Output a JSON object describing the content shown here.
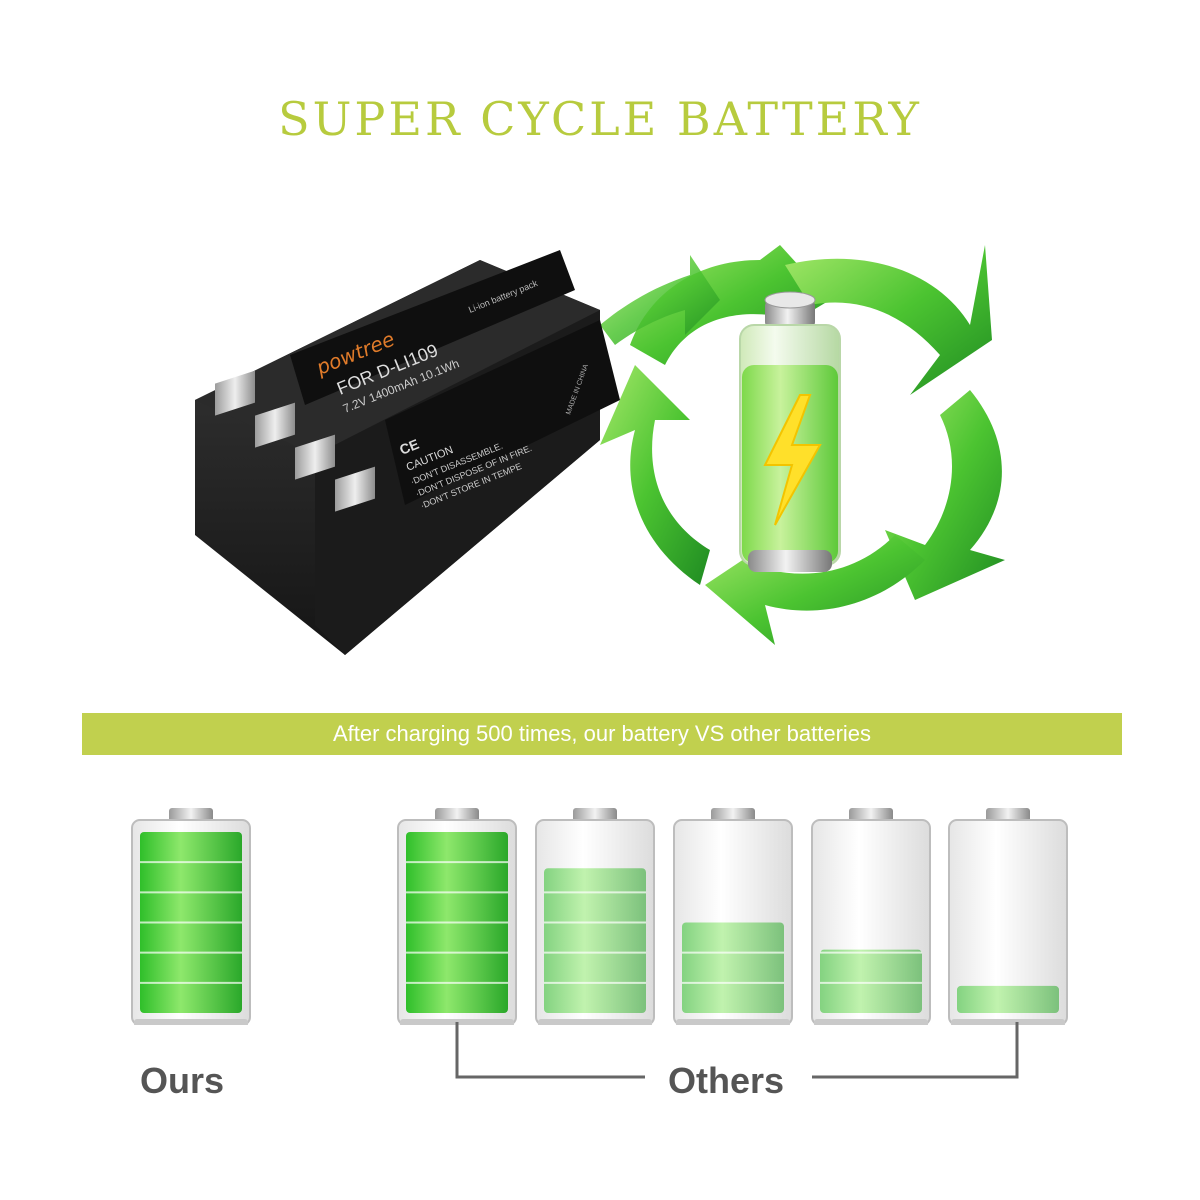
{
  "title": "SUPER CYCLE BATTERY",
  "product": {
    "brand": "powtree",
    "model": "FOR D-LI109",
    "specs": "7.2V 1400mAh 10.1Wh",
    "pack_type": "Li-ion battery pack",
    "ce": "CE",
    "caution_heading": "CAUTION",
    "caution_lines": [
      "·DON'T DISASSEMBLE.",
      "·DON'T DISPOSE OF IN FIRE.",
      "·DON'T STORE IN TEMPE"
    ],
    "made_in": "MADE IN CHINA"
  },
  "comparison": {
    "banner": "After charging 500 times, our battery VS other batteries",
    "ours_label": "Ours",
    "others_label": "Others",
    "ours_level": 1.0,
    "others_levels": [
      1.0,
      0.8,
      0.5,
      0.35,
      0.15
    ]
  },
  "colors": {
    "title": "#b7cb3e",
    "banner": "#c1d04e",
    "green": "#3fce3a",
    "label": "#555555"
  }
}
